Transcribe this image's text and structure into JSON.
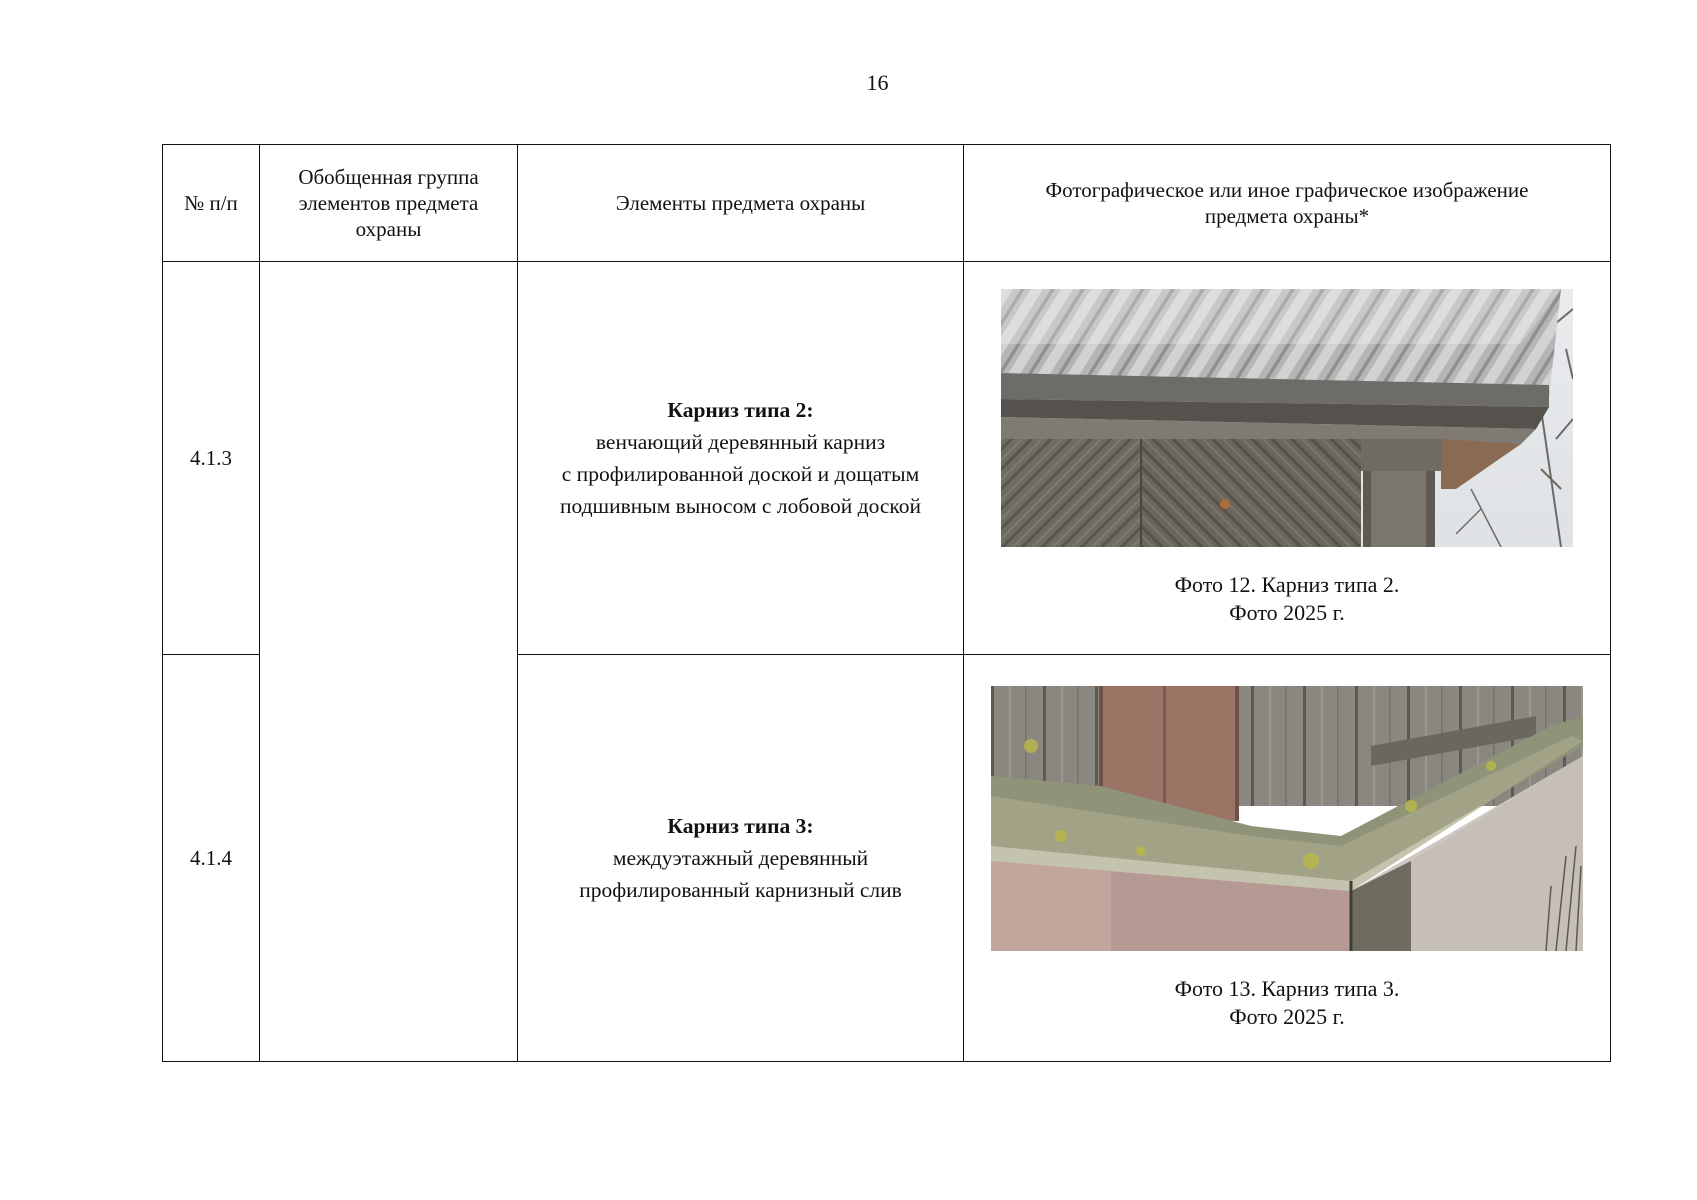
{
  "page": {
    "number": "16"
  },
  "table": {
    "headers": {
      "num": "№ п/п",
      "group": "Обобщенная группа элементов предмета охраны",
      "elements": "Элементы предмета охраны",
      "photo": "Фотографическое или иное графическое изображение предмета охраны*"
    },
    "rows": [
      {
        "num": "4.1.3",
        "element_title": "Карниз типа 2:",
        "element_text": "венчающий деревянный карниз\nс профилированной доской и дощатым\nподшивным выносом с лобовой доской",
        "photo_icon": "cornice-type-2-photo",
        "caption": "Фото 12. Карниз типа 2.\nФото 2025 г."
      },
      {
        "num": "4.1.4",
        "element_title": "Карниз типа 3:",
        "element_text": "междуэтажный деревянный\nпрофилированный карнизный слив",
        "photo_icon": "cornice-type-3-photo",
        "caption": "Фото 13. Карниз типа 3.\nФото 2025 г."
      }
    ]
  }
}
